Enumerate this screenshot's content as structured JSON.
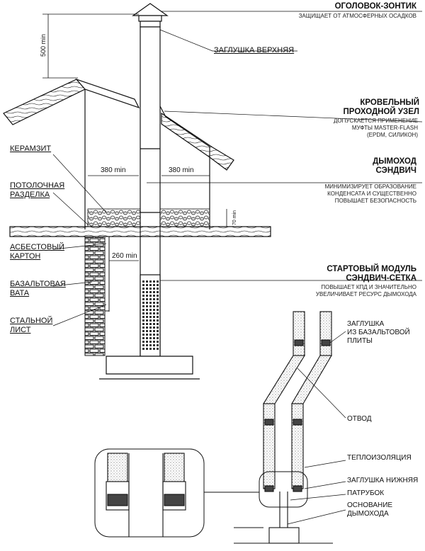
{
  "labels_right": {
    "cap": {
      "title": "ОГОЛОВОК-ЗОНТИК",
      "sub": "ЗАЩИЩАЕТ ОТ АТМОСФЕРНЫХ ОСАДКОВ"
    },
    "top_plug": "ЗАГЛУШКА ВЕРХНЯЯ",
    "roof_unit": {
      "title": "КРОВЕЛЬНЫЙ\nПРОХОДНОЙ УЗЕЛ",
      "sub": "ДОПУСКАЕТСЯ ПРИМЕНЕНИЕ\nМУФТЫ MASTER-FLASH\n(EPDM, СИЛИКОН)"
    },
    "chimney": {
      "title": "ДЫМОХОД\nСЭНДВИЧ",
      "sub": "МИНИМИЗИРУЕТ ОБРАЗОВАНИЕ\nКОНДЕНСАТА И СУЩЕСТВЕННО\nПОВЫШАЕТ БЕЗОПАСНОСТЬ"
    },
    "starter": {
      "title": "СТАРТОВЫЙ МОДУЛЬ\nСЭНДВИЧ-СЕТКА",
      "sub": "ПОВЫШАЕТ КПД И ЗНАЧИТЕЛЬНО\nУВЕЛИЧИВАЕТ РЕСУРС ДЫМОХОДА"
    }
  },
  "labels_left": {
    "keramzit": "КЕРАМЗИТ",
    "ceiling": "ПОТОЛОЧНАЯ\nРАЗДЕЛКА",
    "asbestos": "АСБЕСТОВЫЙ\nКАРТОН",
    "basalt": "БАЗАЛЬТОВАЯ\nВАТА",
    "steel": "СТАЛЬНОЙ\nЛИСТ"
  },
  "labels_detail": {
    "basalt_plug": "ЗАГЛУШКА\nИЗ БАЗАЛЬТОВОЙ\nПЛИТЫ",
    "elbow": "ОТВОД",
    "insulation": "ТЕПЛОИЗОЛЯЦИЯ",
    "bottom_plug": "ЗАГЛУШКА НИЖНЯЯ",
    "nozzle": "ПАТРУБОК",
    "base": "ОСНОВАНИЕ\nДЫМОХОДА"
  },
  "dimensions": {
    "height_above_roof": "500 min",
    "left_gap": "380 min",
    "right_gap": "380 min",
    "wall_gap": "260 min",
    "fill_height": "70 min"
  },
  "colors": {
    "line": "#111111",
    "insulation_dot": "#555555",
    "basalt_band": "#444444"
  }
}
